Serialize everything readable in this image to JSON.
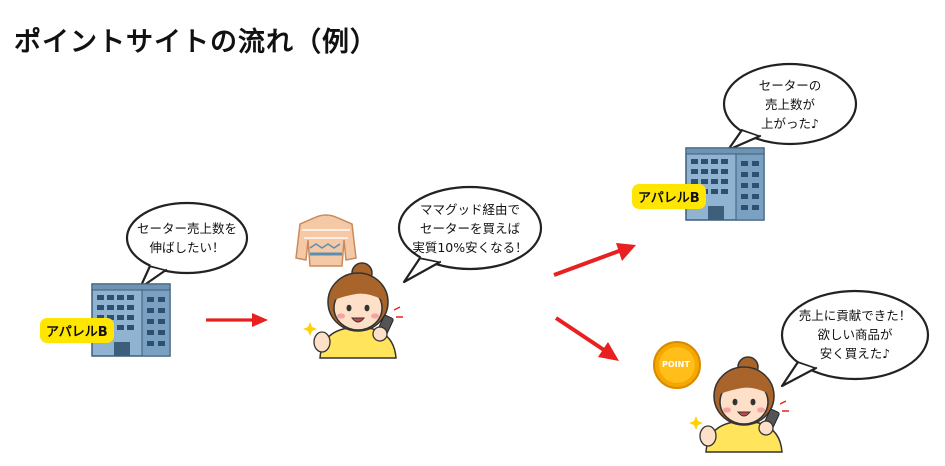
{
  "title": "ポイントサイトの流れ（例）",
  "bubbles": {
    "apparel_left": "セーター売上数を\n伸ばしたい！",
    "person_center": "ママグッド経由で\nセーターを買えば\n実質10%安くなる！",
    "apparel_right": "セーターの\n売上数が\n上がった♪",
    "person_right": "売上に貢献できた！\n欲しい商品が\n安く買えた♪"
  },
  "labels": {
    "apparel_left": "アパレルB",
    "apparel_right": "アパレルB",
    "coin": "POINT"
  },
  "colors": {
    "arrow": "#e8201f",
    "badge": "#ffe600",
    "building": "#8fb3d1",
    "sweater": "#f5c9a6",
    "shirt": "#ffe45c",
    "hair": "#a8642a",
    "coin": "#f6a800"
  },
  "icons": [
    "building-icon",
    "sweater-icon",
    "woman-with-phone-icon",
    "point-coin-icon",
    "arrow-icon",
    "speech-bubble-icon"
  ]
}
